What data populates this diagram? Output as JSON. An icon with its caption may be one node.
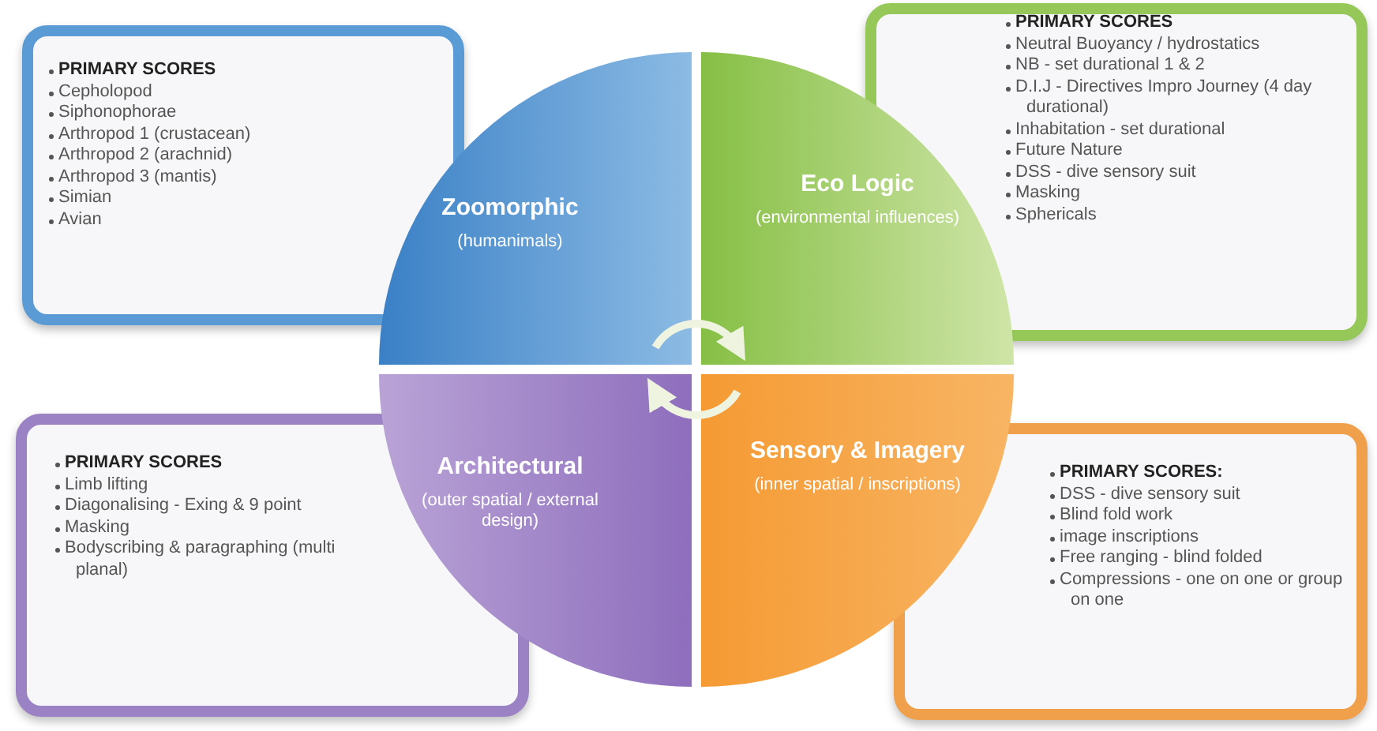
{
  "diagram": {
    "nodes": [
      {
        "text": [
          "PRIMARY SCORES",
          "Cepholopod",
          "Siphonophorae",
          "Arthropod 1 (crustacean)",
          "Arthropod 2 (arachnid)",
          "Arthropod 3 (mantis)",
          "Simian",
          "Avian"
        ]
      },
      {
        "text": [
          "Zoomorphic",
          "(humanimals)"
        ]
      },
      {
        "text": [
          "Eco Logic",
          "(environmental influences)"
        ]
      },
      {
        "text": [
          "PRIMARY SCORES",
          "Neutral Buoyancy / hydrostatics",
          "NB - set durational 1 & 2",
          "D.I.J - Directives Impro Journey (4 day durational)",
          "Inhabitation - set durational",
          "Future Nature",
          "DSS - dive sensory suit",
          "Masking",
          "Sphericals"
        ]
      },
      {
        "text": [
          "PRIMARY SCORES",
          "Limb lifting",
          "Diagonalising - Exing & 9 point",
          "Masking",
          "Bodyscribing & paragraphing (multi planal)"
        ]
      },
      {
        "text": [
          "Architectural",
          "(outer spatial / external design)"
        ]
      },
      {
        "text": [
          "Sensory & Imagery",
          "(inner spatial / inscriptions)"
        ]
      },
      {
        "text": [
          "PRIMARY SCORES:",
          "DSS - dive sensory suit",
          "Blind fold work",
          "image inscriptions",
          "Free ranging - blind folded",
          "Compressions - one on one or group on one"
        ]
      }
    ],
    "edges": [
      {
        "from": 1,
        "to": 2,
        "arrow": "to"
      },
      {
        "from": 6,
        "to": 5,
        "arrow": "to"
      }
    ]
  }
}
